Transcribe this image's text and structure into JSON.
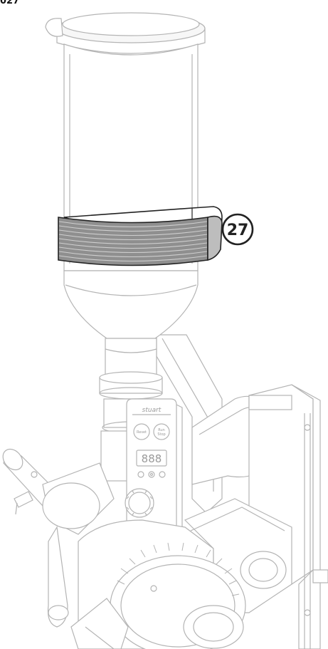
{
  "figure": {
    "label": "027"
  },
  "callout": {
    "number": "27"
  },
  "control_panel": {
    "brand": "stuart",
    "button_left": "Reset",
    "button_right_line1": "Run",
    "button_right_line2": "Stop",
    "display": "888"
  },
  "colors": {
    "line_gray": "#b4b4b4",
    "highlight_dark": "#222222",
    "band_fill": "#9a9a9a"
  },
  "icons": {
    "callout": "circled-number",
    "knob": "rotary-knob"
  }
}
